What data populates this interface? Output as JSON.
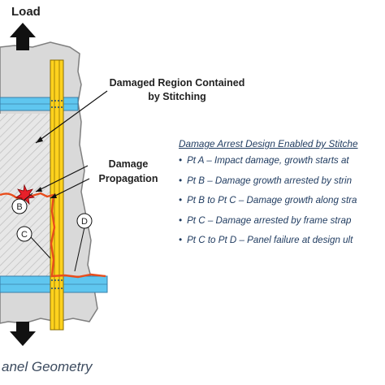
{
  "load_top_label": "Load",
  "load_bottom_label": "",
  "region_label": "Damaged Region Contained by Stitching",
  "propagation_label": "Damage Propagation",
  "points": {
    "b": "B",
    "c": "C",
    "d": "D"
  },
  "legend": {
    "title": "Damage Arrest Design Enabled by Stitche",
    "items": [
      "Pt A – Impact damage, growth starts at",
      "Pt B – Damage growth arrested by strin",
      "Pt B to Pt C – Damage growth along stra",
      "Pt C – Damage arrested by frame strap",
      "Pt C to Pt D – Panel failure at design ult"
    ]
  },
  "panel_title": "anel Geometry",
  "colors": {
    "panel": "#d9d9d9",
    "panel_outline": "#7f7f7f",
    "stringer": "#ffd21e",
    "frame": "#5fc6ef",
    "crack": "#e84d1c",
    "legend_text": "#1e3a5f"
  }
}
